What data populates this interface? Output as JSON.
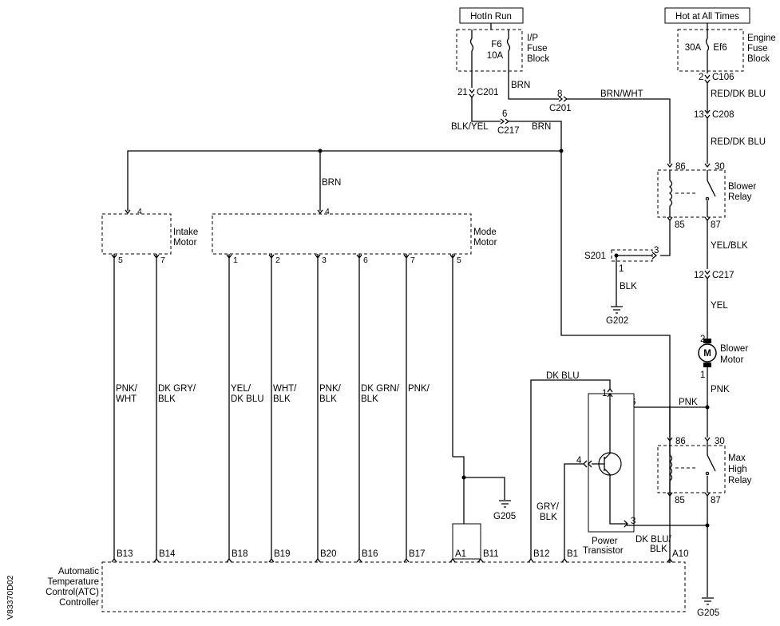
{
  "figure_id": "V83370D02",
  "power": {
    "hot_in_run": "HotIn Run",
    "hot_at_all_times": "Hot at All Times",
    "fuse_f6": "F6",
    "fuse_f6_rating": "10A",
    "ip_fuse_block": [
      "I/P",
      "Fuse",
      "Block"
    ],
    "fuse_ef6": "Ef6",
    "fuse_ef6_rating": "30A",
    "engine_fuse_block": [
      "Engine",
      "Fuse",
      "Block"
    ]
  },
  "connectors": {
    "c201": "C201",
    "c201_b": "C201",
    "c217": "C217",
    "c106": "C106",
    "c208": "C208",
    "c217_b": "C217",
    "s201": "S201",
    "g202": "G202",
    "g205": "G205",
    "g205_b": "G205"
  },
  "wires": {
    "brn": "BRN",
    "brn_wht": "BRN/WHT",
    "blk_yel": "BLK/YEL",
    "red_dk_blu": "RED/DK BLU",
    "yel_blk": "YEL/BLK",
    "blk": "BLK",
    "yel": "YEL",
    "pnk": "PNK",
    "dk_blu": "DK BLU",
    "gry_blk": [
      "GRY/",
      "BLK"
    ],
    "dk_blu_blk": [
      "DK BLU/",
      "BLK"
    ]
  },
  "components": {
    "intake_motor": [
      "Intake",
      "Motor"
    ],
    "mode_motor": [
      "Mode",
      "Motor"
    ],
    "blower_relay": [
      "Blower",
      "Relay"
    ],
    "blower_motor": [
      "Blower",
      "Motor"
    ],
    "motor_symbol": "M",
    "max_high_relay": [
      "Max",
      "High",
      "Relay"
    ],
    "power_transistor": [
      "Power",
      "Transistor"
    ],
    "atc_controller": [
      "Automatic",
      "Temperature",
      "Control(ATC)",
      "Controller"
    ]
  },
  "pins": {
    "p21": "21",
    "p8": "8",
    "p6": "6",
    "p2": "2",
    "p13": "13",
    "relay_86": "86",
    "relay_30": "30",
    "relay_85": "85",
    "relay_87": "87",
    "s201_3": "3",
    "s201_1": "1",
    "p12": "12",
    "bm_2": "2",
    "bm_1": "1",
    "pt_1": "1",
    "pt_6": "6",
    "pt_4": "4",
    "pt_3": "3",
    "mh_86": "86",
    "mh_30": "30",
    "mh_85": "85",
    "mh_87": "87",
    "im_4": "4",
    "im_5": "5",
    "im_7": "7",
    "mm_4": "4",
    "mm_1": "1",
    "mm_2": "2",
    "mm_3": "3",
    "mm_6": "6",
    "mm_7": "7",
    "mm_5": "5"
  },
  "controller_pins": [
    "B13",
    "B14",
    "B18",
    "B19",
    "B20",
    "B16",
    "B17",
    "A1",
    "B11",
    "B12",
    "B1",
    "A10"
  ],
  "motor_wires": [
    [
      "PNK/",
      "WHT"
    ],
    [
      "DK GRY/",
      "BLK"
    ],
    [
      "YEL/",
      "DK BLU"
    ],
    [
      "WHT/",
      "BLK"
    ],
    [
      "PNK/",
      "BLK"
    ],
    [
      "DK GRN/",
      "BLK"
    ],
    [
      "PNK/",
      ""
    ]
  ]
}
